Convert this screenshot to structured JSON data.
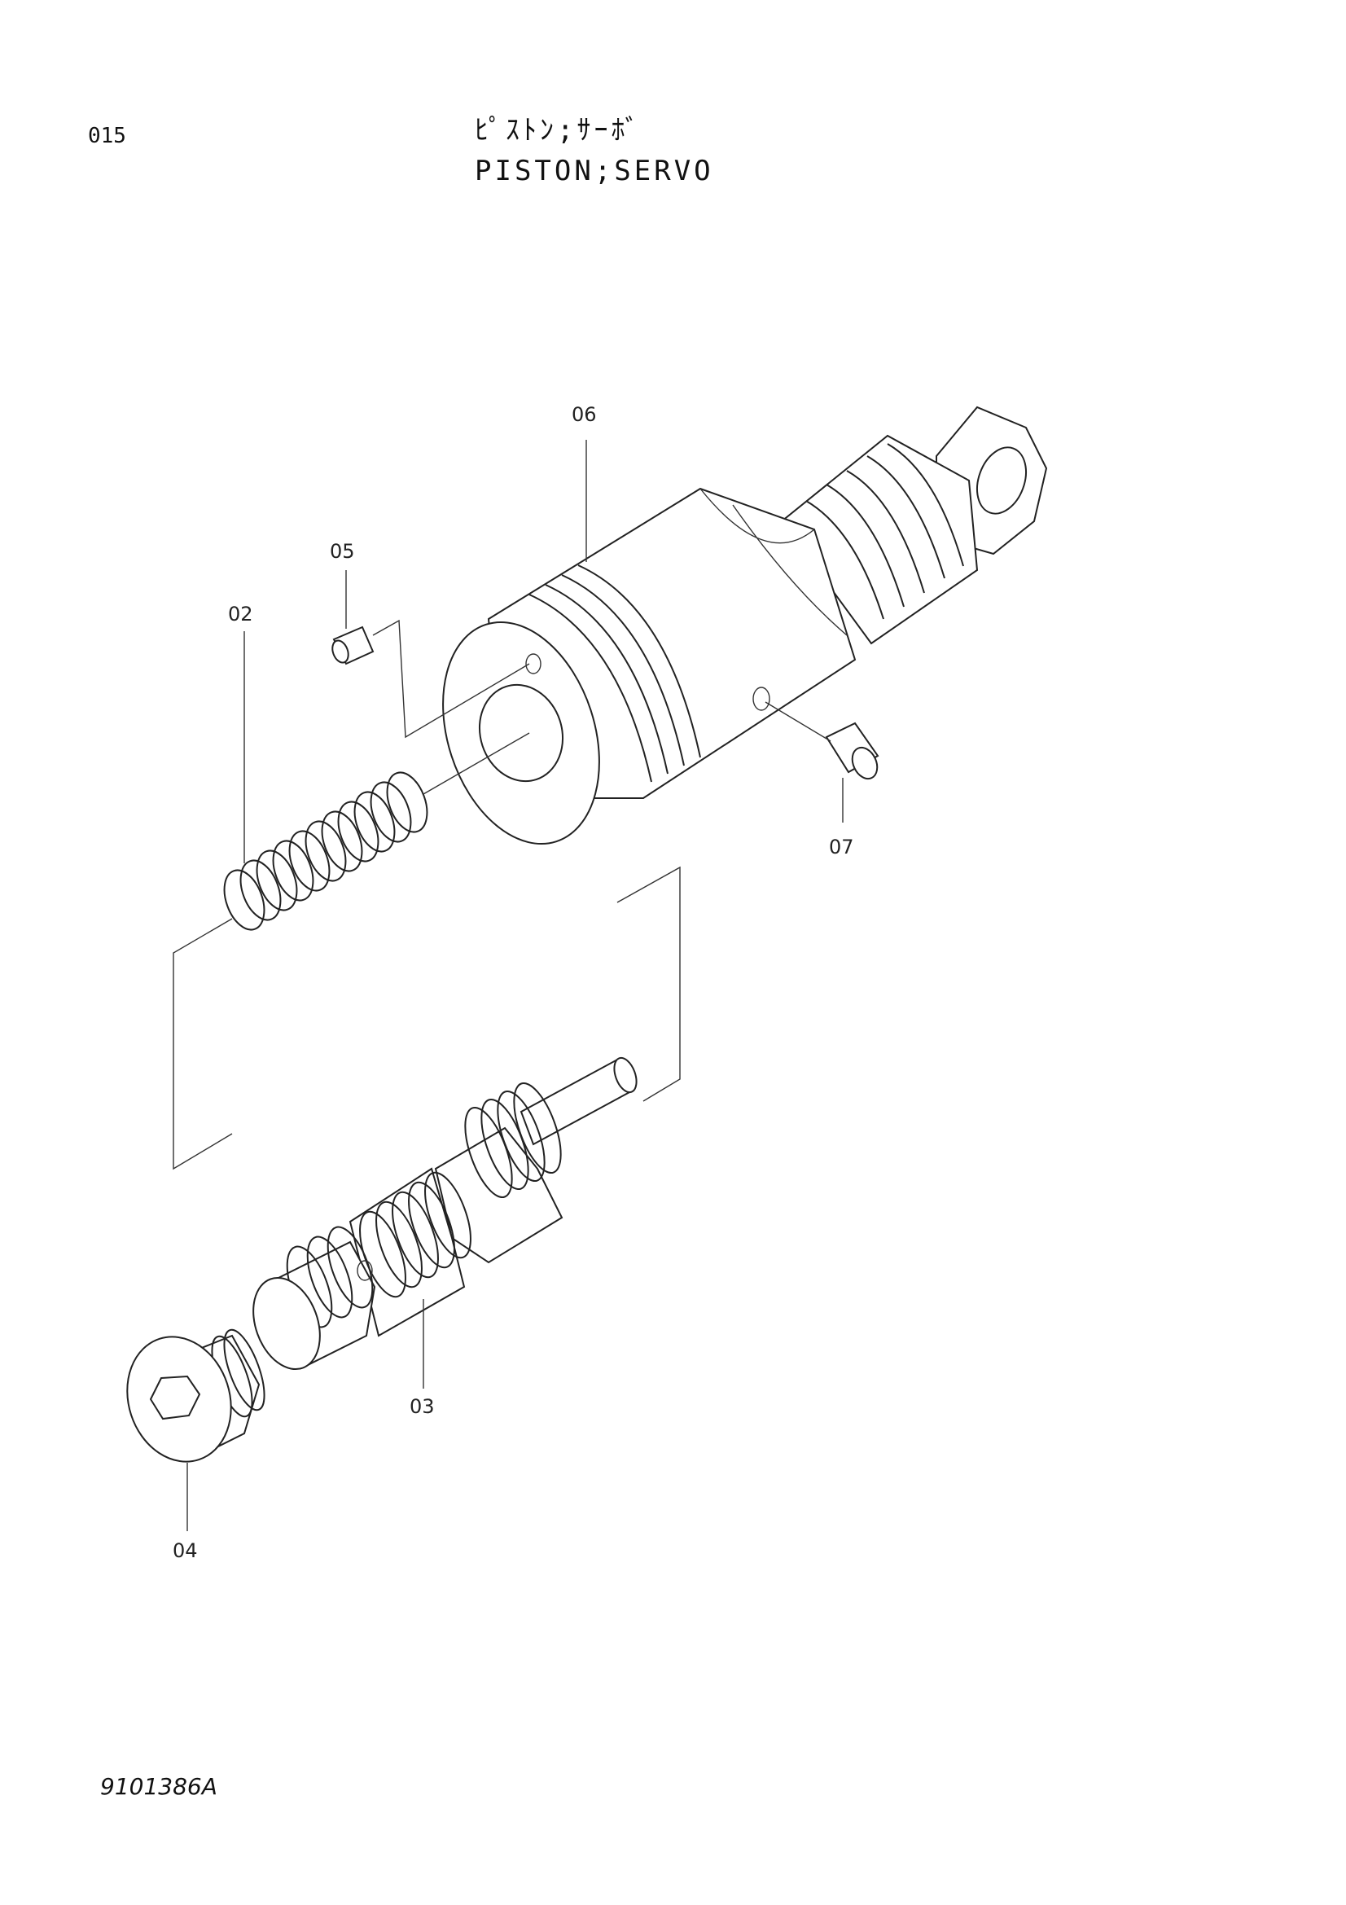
{
  "header": {
    "page_number": "015",
    "title_jp": "ﾋﾟｽﾄﾝ;ｻｰﾎﾞ",
    "title_en": "PISTON;SERVO"
  },
  "parts": [
    {
      "id": "02"
    },
    {
      "id": "03"
    },
    {
      "id": "04"
    },
    {
      "id": "05"
    },
    {
      "id": "06"
    },
    {
      "id": "07"
    }
  ],
  "footer": {
    "drawing_number": "9101386A"
  }
}
